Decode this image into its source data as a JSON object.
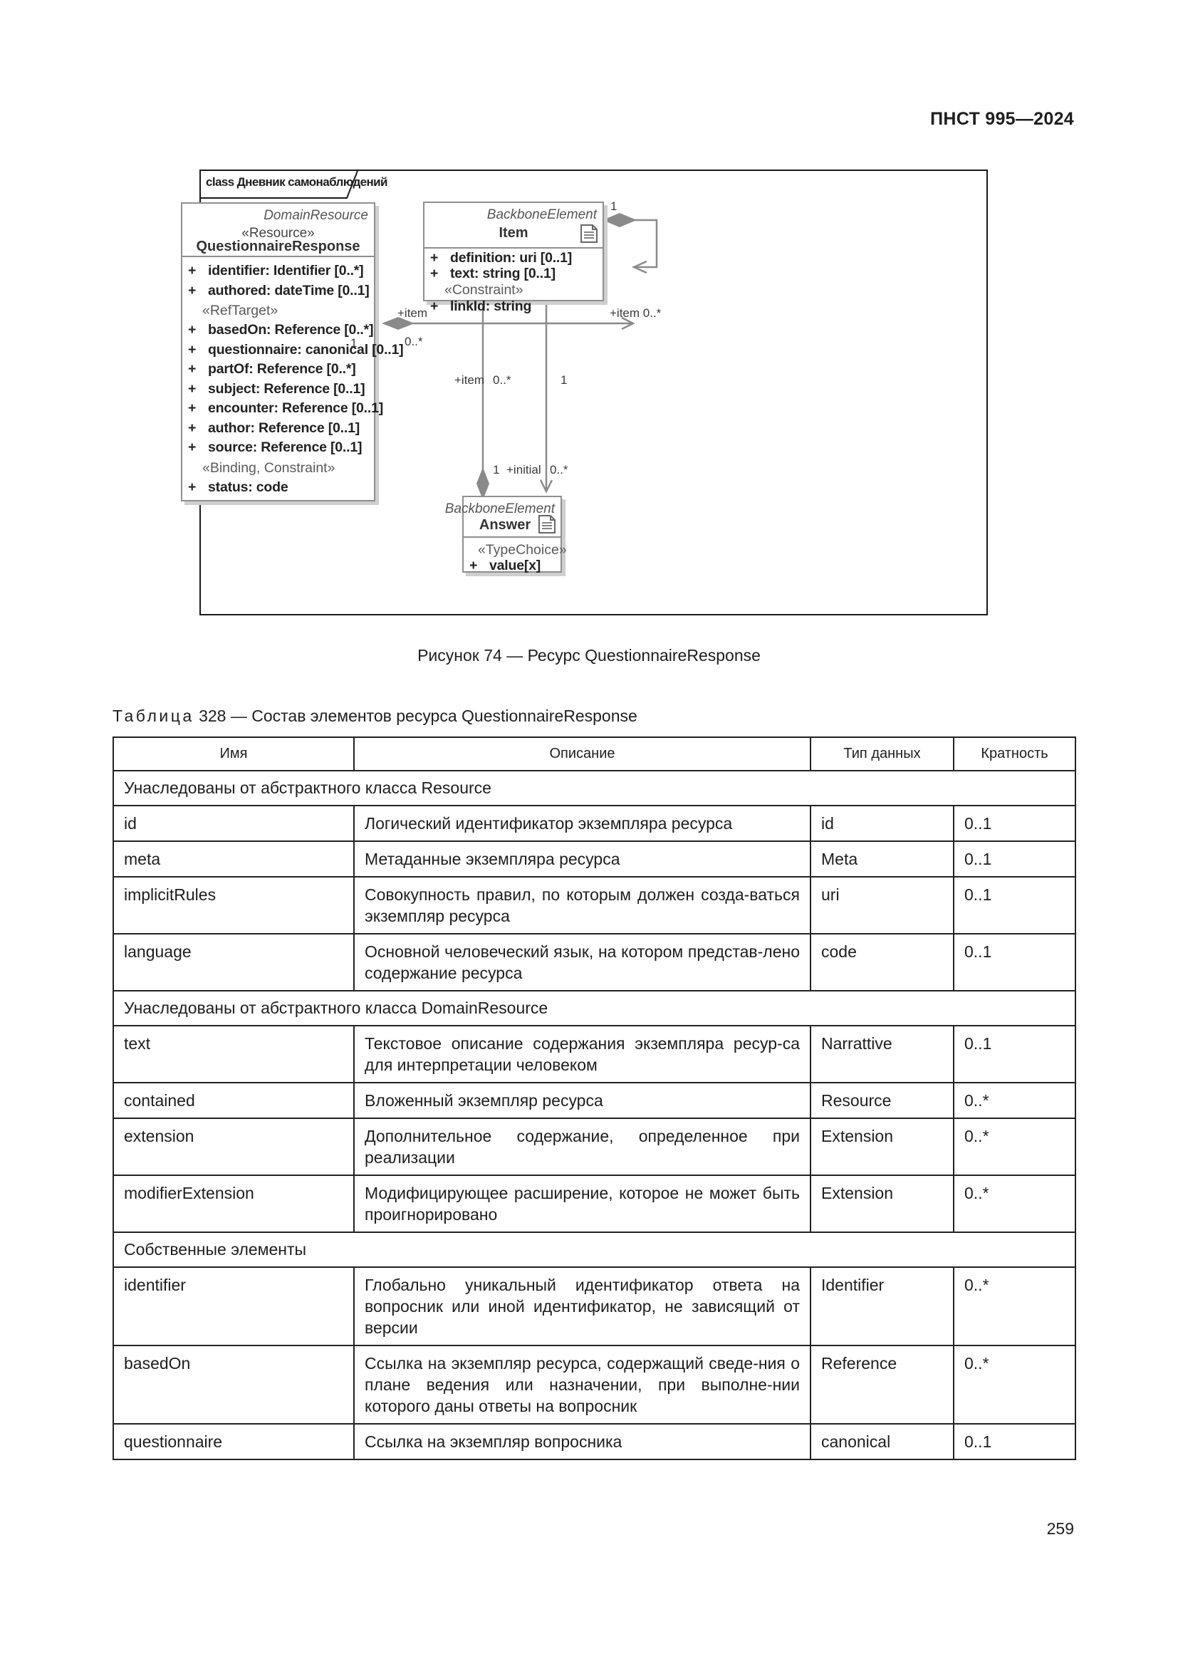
{
  "header": {
    "doc_code": "ПНСТ 995—2024"
  },
  "diagram": {
    "frame_title": "class Дневник самонаблюдений",
    "classes": {
      "qr": {
        "parent": "DomainResource",
        "stereotype": "«Resource»",
        "name": "QuestionnaireResponse",
        "attrs_top": [
          {
            "plus": "+",
            "text": "identifier: Identifier [0..*]"
          },
          {
            "plus": "+",
            "text": "authored: dateTime [0..1]"
          }
        ],
        "group_reftarget": "«RefTarget»",
        "attrs_ref": [
          {
            "plus": "+",
            "text": "basedOn: Reference [0..*]"
          },
          {
            "plus": "+",
            "text": "questionnaire: canonical [0..1]"
          },
          {
            "plus": "+",
            "text": "partOf: Reference [0..*]"
          },
          {
            "plus": "+",
            "text": "subject: Reference [0..1]"
          },
          {
            "plus": "+",
            "text": "encounter: Reference [0..1]"
          },
          {
            "plus": "+",
            "text": "author: Reference [0..1]"
          },
          {
            "plus": "+",
            "text": "source: Reference [0..1]"
          }
        ],
        "group_binding": "«Binding, Constraint»",
        "attrs_bind": [
          {
            "plus": "+",
            "text": "status: code"
          }
        ]
      },
      "item": {
        "parent": "BackboneElement",
        "name": "Item",
        "attrs_top": [
          {
            "plus": "+",
            "text": "definition: uri [0..1]"
          },
          {
            "plus": "+",
            "text": "text: string [0..1]"
          }
        ],
        "group_constraint": "«Constraint»",
        "attrs_con": [
          {
            "plus": "+",
            "text": "linkId: string"
          }
        ]
      },
      "answer": {
        "parent": "BackboneElement",
        "name": "Answer",
        "group_typechoice": "«TypeChoice»",
        "attrs": [
          {
            "plus": "+",
            "text": "value[x]"
          }
        ]
      }
    },
    "labels": {
      "qr_item_role": "+item",
      "qr_item_src": "1",
      "qr_item_dst": "0..*",
      "self_src": "1",
      "self_role": "+item 0..*",
      "ans_item_role": "+item",
      "ans_item_mult": "0..*",
      "ans_item_src": "1",
      "ans_init_src": "1",
      "ans_init_role": "+initial",
      "ans_init_dst": "0..*"
    }
  },
  "figure_caption": "Рисунок 74 — Ресурс QuestionnaireResponse",
  "table": {
    "caption_prefix": "Таблица",
    "caption_rest": " 328 — Состав элементов ресурса QuestionnaireResponse",
    "headers": [
      "Имя",
      "Описание",
      "Тип данных",
      "Кратность"
    ],
    "group1": "Унаследованы от абстрактного класса Resource",
    "group2": "Унаследованы от абстрактного класса DomainResource",
    "group3": "Собственные элементы",
    "rows": [
      [
        "id",
        "Логический идентификатор экземпляра ресурса",
        "id",
        "0..1"
      ],
      [
        "meta",
        "Метаданные экземпляра ресурса",
        "Meta",
        "0..1"
      ],
      [
        "implicitRules",
        "Совокупность правил, по которым должен созда-ваться экземпляр ресурса",
        "uri",
        "0..1"
      ],
      [
        "language",
        "Основной человеческий язык, на котором представ-лено содержание ресурса",
        "code",
        "0..1"
      ],
      [
        "text",
        "Текстовое описание содержания экземпляра ресур-са для интерпретации человеком",
        "Narrattive",
        "0..1"
      ],
      [
        "contained",
        "Вложенный экземпляр ресурса",
        "Resource",
        "0..*"
      ],
      [
        "extension",
        "Дополнительное содержание, определенное при реализации",
        "Extension",
        "0..*"
      ],
      [
        "modifierExtension",
        "Модифицирующее расширение, которое не может быть проигнорировано",
        "Extension",
        "0..*"
      ],
      [
        "identifier",
        "Глобально уникальный идентификатор ответа на вопросник или иной идентификатор, не зависящий от версии",
        "Identifier",
        "0..*"
      ],
      [
        "basedOn",
        "Ссылка на экземпляр ресурса, содержащий сведе-ния о плане ведения или назначении, при выполне-нии которого даны ответы на вопросник",
        "Reference",
        "0..*"
      ],
      [
        "questionnaire",
        "Ссылка на экземпляр вопросника",
        "canonical",
        "0..1"
      ]
    ]
  },
  "page_number": "259"
}
